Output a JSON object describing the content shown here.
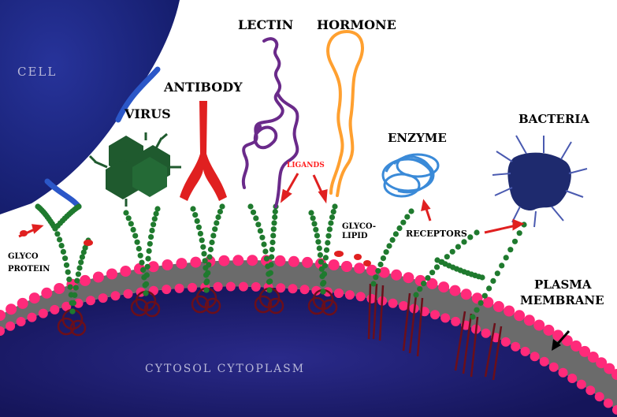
{
  "labels": {
    "cell": "CELL",
    "virus": "VIRUS",
    "antibody": "ANTIBODY",
    "lectin": "LECTIN",
    "hormone": "HORMONE",
    "ligands": "LIGANDS",
    "enzyme": "ENZYME",
    "bacteria": "BACTERIA",
    "glycolipid_line1": "GLYCO-",
    "glycolipid_line2": "LIPID",
    "receptors": "RECEPTORS",
    "glycoprotein_line1": "GLYCO",
    "glycoprotein_line2": "PROTEIN",
    "plasma_line1": "PLASMA",
    "plasma_line2": "MEMBRANE",
    "cytosol": "CYTOSOL CYTOPLASM"
  },
  "colors": {
    "cell": "#1a237e",
    "cytosol": "#1c1c6e",
    "lipid_head": "#ff2a7a",
    "membrane_core": "#6a6a6a",
    "sugar_chain": "#1f7a2e",
    "protein_coil": "#6b0f1a",
    "virus": "#1f5a2e",
    "antibody": "#e02020",
    "lectin": "#6a2a8a",
    "hormone": "#ffa030",
    "enzyme": "#3a8ad8",
    "bacteria": "#1e2a6e",
    "arrow": "#e02020"
  }
}
